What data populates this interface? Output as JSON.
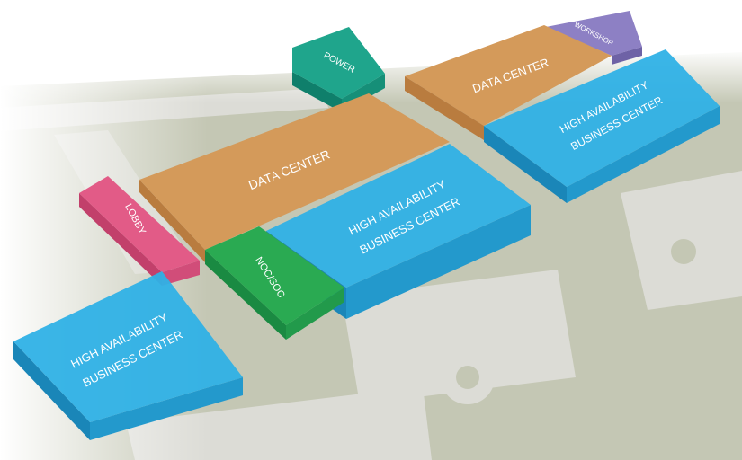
{
  "colors": {
    "ground": "#c4c7b4",
    "road": "#dcdcd6",
    "data_center": "#d49a5a",
    "business": "#2fb1e6",
    "lobby": "#e25b87",
    "noc": "#2aaa52",
    "power": "#1fa58c",
    "workshop": "#8d80c4"
  },
  "rooms": {
    "power": "POWER",
    "workshop": "WORKSHOP",
    "data_center_right": "DATA CENTER",
    "business_right_1": "HIGH AVAILABILITY",
    "business_right_2": "BUSINESS CENTER",
    "data_center_main": "DATA CENTER",
    "lobby": "LOBBY",
    "business_center_1": "HIGH AVAILABILITY",
    "business_center_2": "BUSINESS CENTER",
    "noc_soc": "NOC/SOC",
    "business_left_1": "HIGH AVAILABILITY",
    "business_left_2": "BUSINESS CENTER"
  }
}
